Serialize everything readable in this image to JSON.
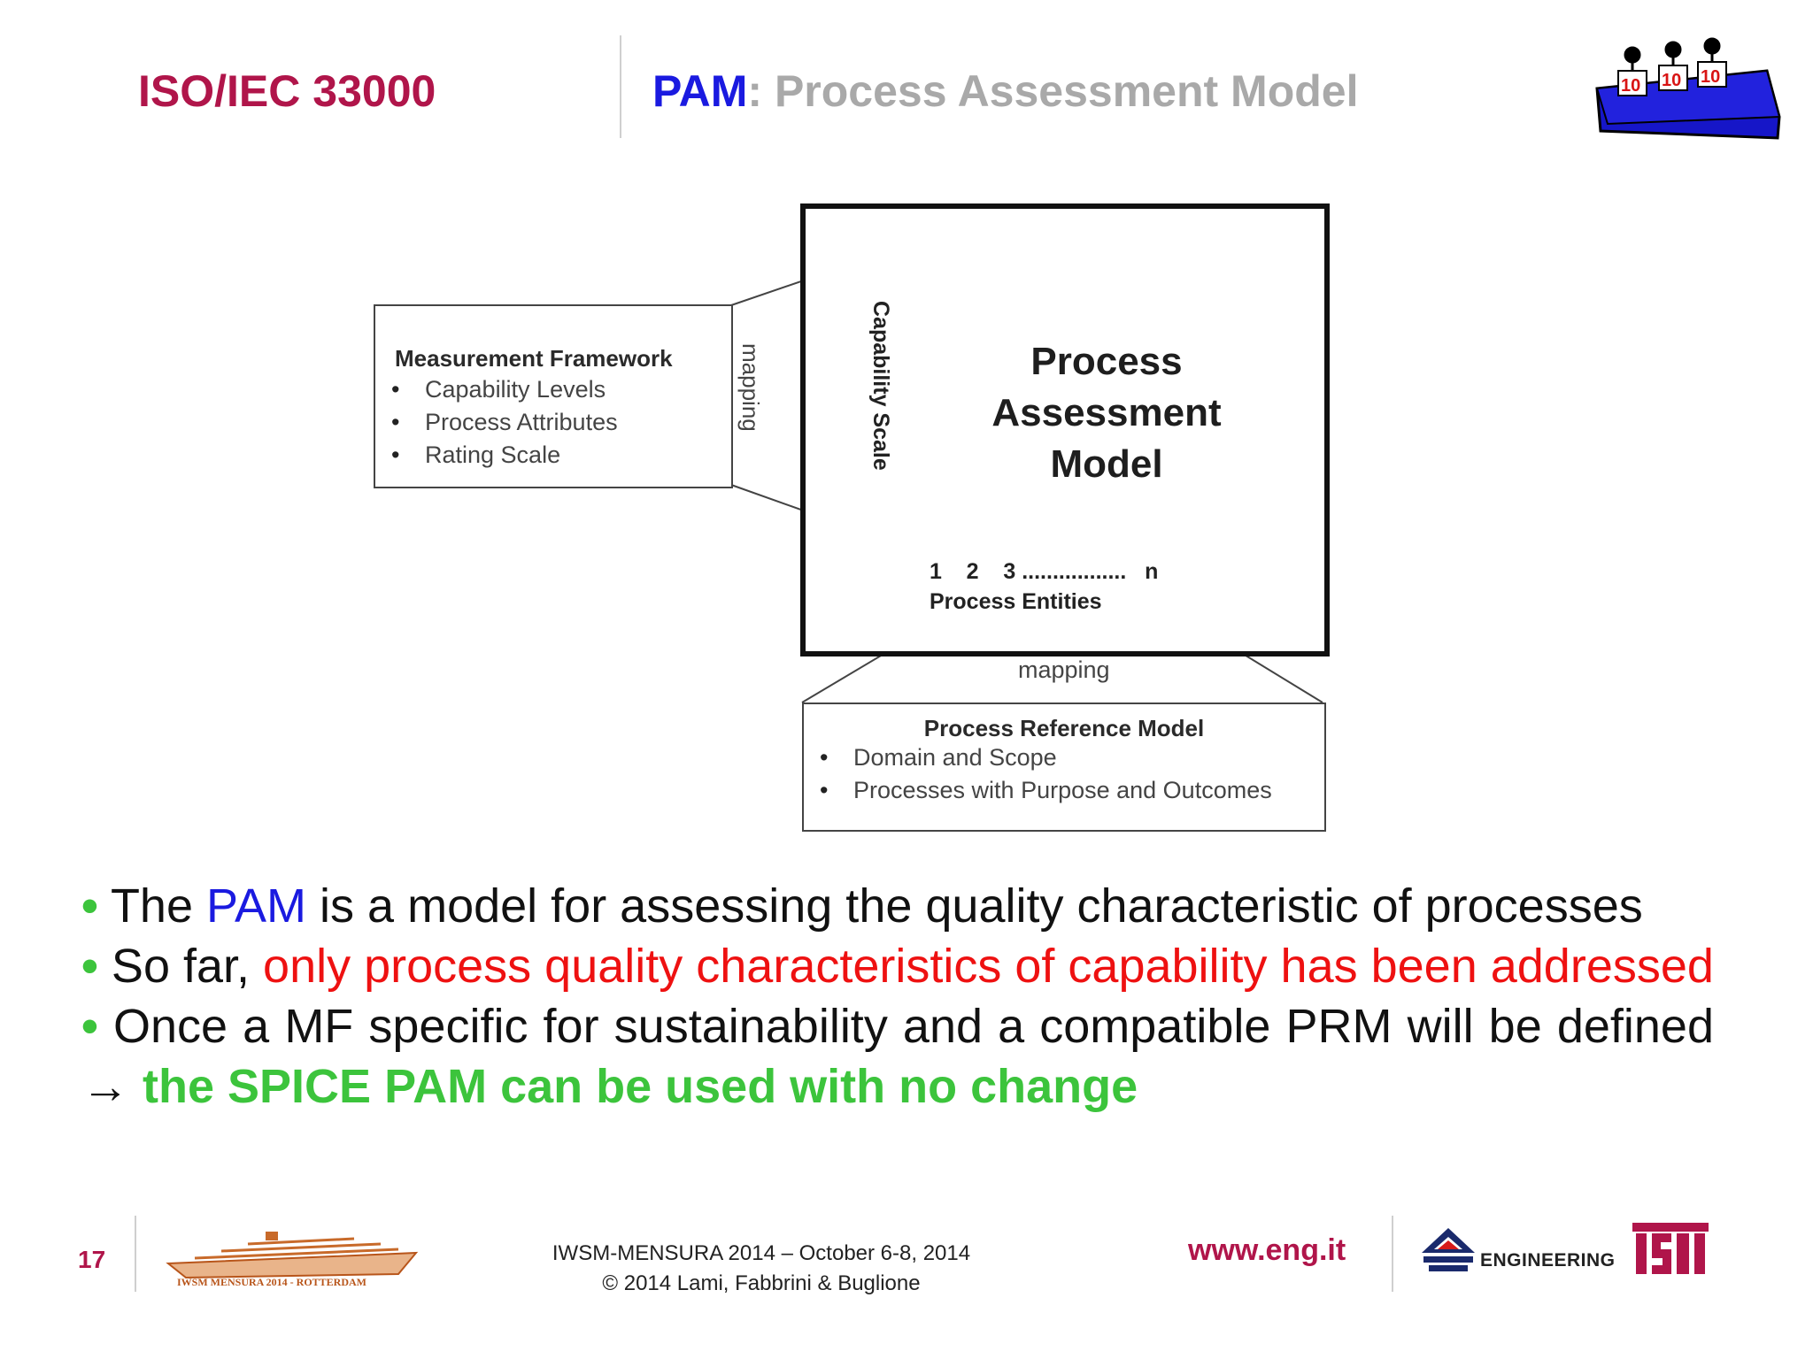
{
  "header": {
    "standard": "ISO/IEC 33000",
    "acronym": "PAM",
    "title_rest": ": Process Assessment Model",
    "logo_icon": "judges-scorecards-icon",
    "scores": [
      "10",
      "10",
      "10"
    ]
  },
  "diagram": {
    "measurement_framework": {
      "title": "Measurement Framework",
      "items": [
        "Capability Levels",
        "Process Attributes",
        "Rating Scale"
      ],
      "mapping_label": "mapping"
    },
    "pam": {
      "axis_y_label": "Capability Scale",
      "title_lines": [
        "Process",
        "Assessment",
        "Model"
      ],
      "entity_numbers": "1    2    3 .................   n",
      "axis_x_label": "Process Entities"
    },
    "process_reference_model": {
      "mapping_label": "mapping",
      "title": "Process Reference Model",
      "items": [
        "Domain and Scope",
        "Processes with Purpose and Outcomes"
      ]
    }
  },
  "bullets": {
    "b1": {
      "before": "The",
      "highlight": "PAM",
      "after": "is a model for assessing the quality characteristic of processes"
    },
    "b2": {
      "before": "So far,",
      "highlight": "only process quality characteristics of capability has been addressed"
    },
    "b3": {
      "before": "Once a MF specific for sustainability and a compatible PRM will be defined",
      "arrow": "→",
      "highlight": "the SPICE PAM can be used with no change"
    }
  },
  "footer": {
    "slide_number": "17",
    "event_logo_text": "IWSM MENSURA 2014 - ROTTERDAM",
    "event_line": "IWSM-MENSURA 2014 – October 6-8, 2014",
    "copyright": "© 2014 Lami, Fabbrini & Buglione",
    "url": "www.eng.it",
    "engineering_logo_text": "ENGINEERING",
    "isti_logo_text": "ISTI"
  },
  "colors": {
    "brand": "#b0154a",
    "acronym_blue": "#1a1ae0",
    "bullet_green": "#3cc43c",
    "emphasis_red": "#ee1111",
    "title_gray": "#a9a9a9"
  }
}
